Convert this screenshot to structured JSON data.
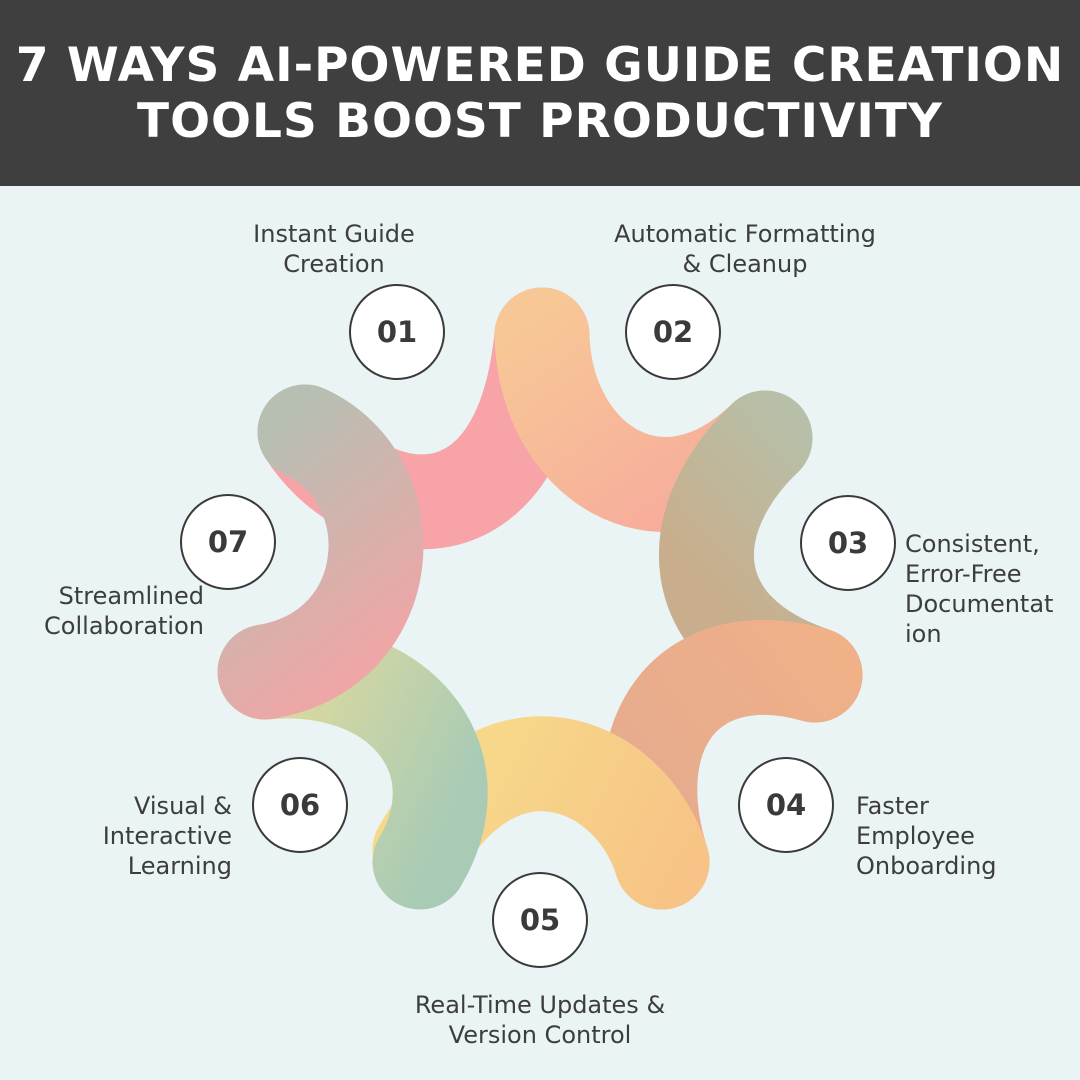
{
  "title_line1": "7 WAYS AI-POWERED GUIDE CREATION",
  "title_line2": "TOOLS BOOST PRODUCTIVITY",
  "items": [
    {
      "number": "01",
      "label_lines": [
        "Instant Guide",
        "Creation"
      ]
    },
    {
      "number": "02",
      "label_lines": [
        "Automatic Formatting",
        "& Cleanup"
      ]
    },
    {
      "number": "03",
      "label_lines": [
        "Consistent,",
        "Error-Free",
        "Documentat",
        "ion"
      ]
    },
    {
      "number": "04",
      "label_lines": [
        "Faster",
        "Employee",
        "Onboarding"
      ]
    },
    {
      "number": "05",
      "label_lines": [
        "Real-Time Updates &",
        "Version Control"
      ]
    },
    {
      "number": "06",
      "label_lines": [
        "Visual &",
        "Interactive",
        "Learning"
      ]
    },
    {
      "number": "07",
      "label_lines": [
        "Streamlined",
        "Collaboration"
      ]
    }
  ],
  "colors": {
    "header": "#3f3f3f",
    "background": "#eaf4f5",
    "pink": "#f7a3a8",
    "peach": "#f7c293",
    "sage": "#b7bfa8",
    "orange": "#eeb088",
    "yellow": "#f7d58a",
    "green": "#b0cdb5"
  }
}
